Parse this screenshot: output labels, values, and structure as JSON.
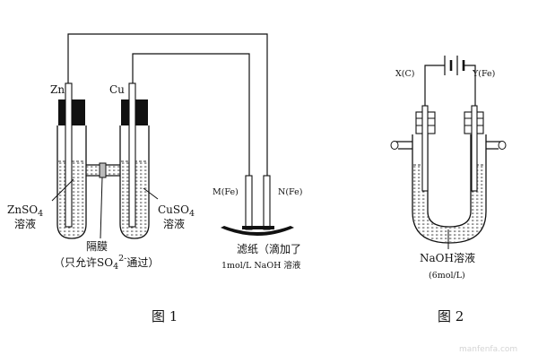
{
  "figure1": {
    "zn_label": "Zn",
    "cu_label": "Cu",
    "left_solution_line1": "ZnSO",
    "left_solution_sub": "4",
    "left_solution_line2": "溶液",
    "right_solution_line1": "CuSO",
    "right_solution_sub": "4",
    "right_solution_line2": "溶液",
    "membrane_label": "隔膜",
    "membrane_note_prefix": "（只允许SO",
    "membrane_note_sub": "4",
    "membrane_note_sup": "2-",
    "membrane_note_suffix": "通过）",
    "electrode_m": "M(Fe)",
    "electrode_n": "N(Fe)",
    "paper_line1": "滤纸（滴加了",
    "paper_line2": "1mol/L NaOH  溶液",
    "caption": "图 1"
  },
  "figure2": {
    "electrode_x": "X(C)",
    "electrode_y": "Y(Fe)",
    "solution_line1": "NaOH溶液",
    "solution_line2": "(6mol/L)",
    "caption": "图 2"
  },
  "watermark": "manfenfa.com"
}
